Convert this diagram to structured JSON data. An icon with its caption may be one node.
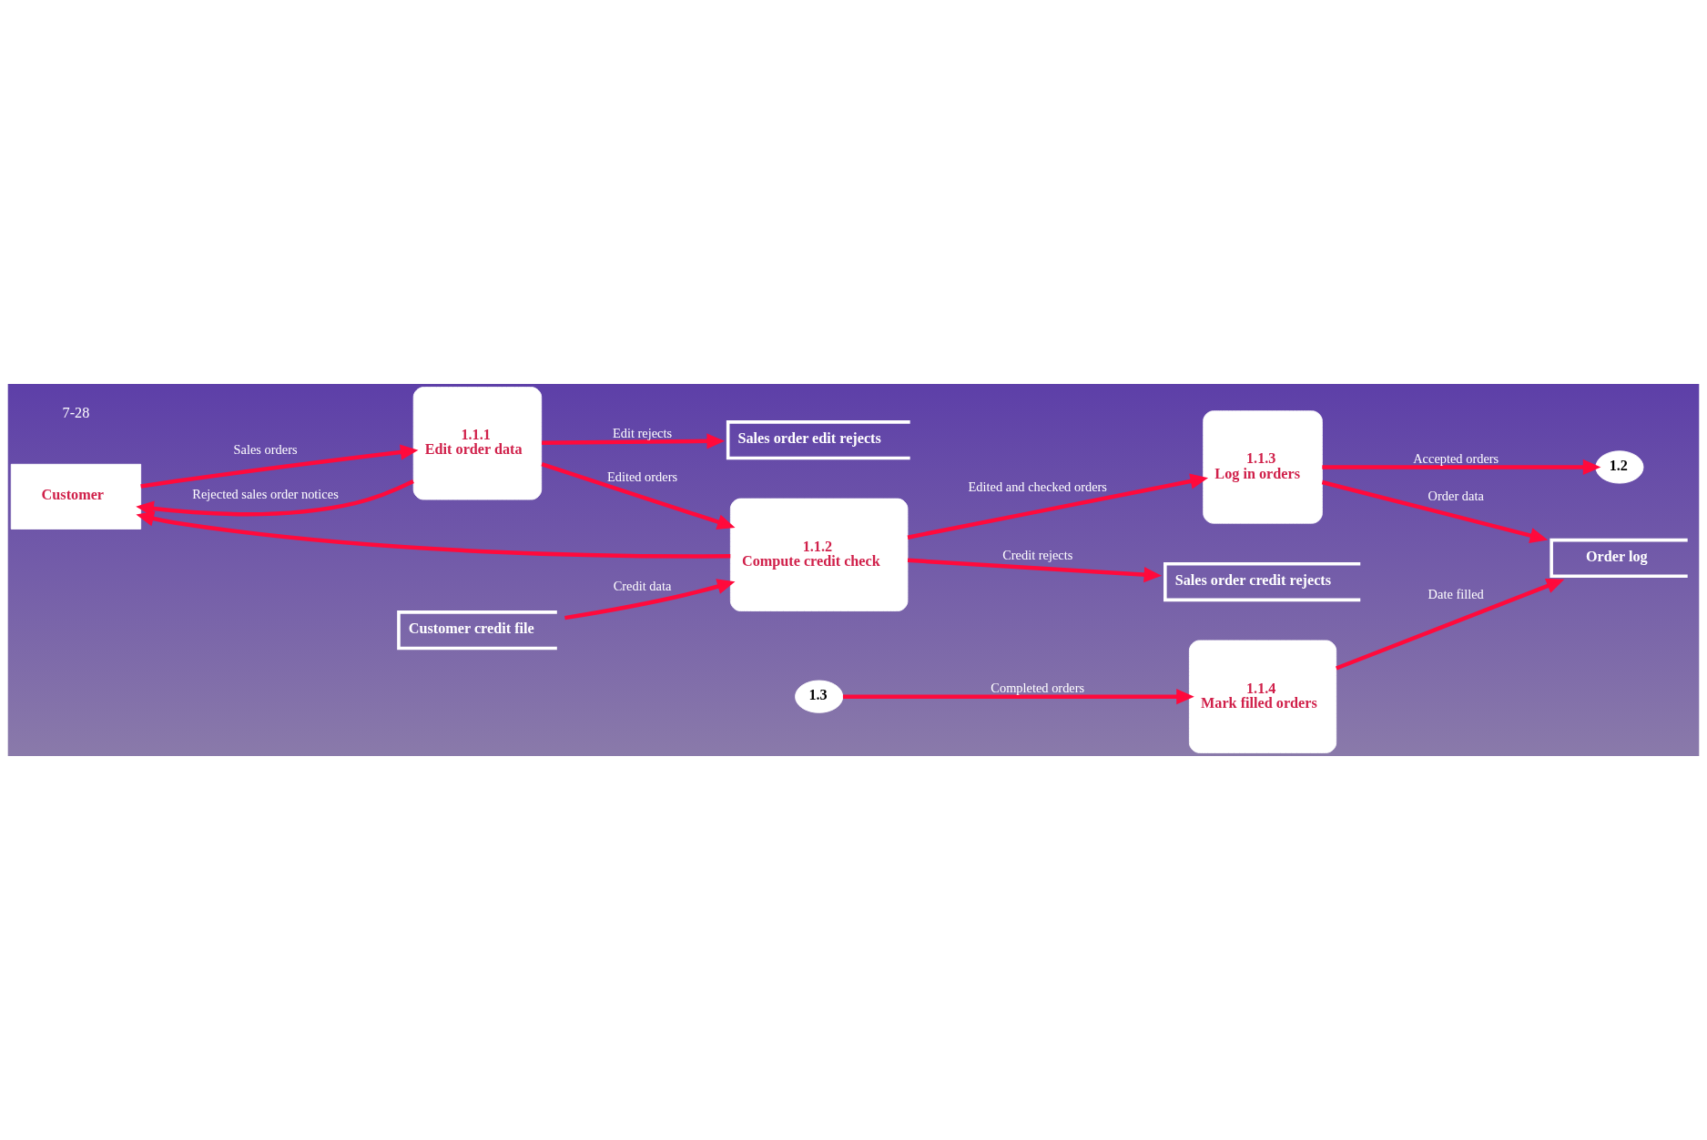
{
  "diagram": {
    "nodes": [
      {
        "text": [
          "Customer"
        ]
      },
      {
        "text": [
          "1.1.1",
          "Edit order data"
        ]
      },
      {
        "text": [
          "Sales order edit rejects"
        ]
      },
      {
        "text": [
          "1.1.2",
          "Compute credit check"
        ]
      },
      {
        "text": [
          "Customer credit file"
        ]
      },
      {
        "text": [
          "1.1.3",
          "Log in orders"
        ]
      },
      {
        "text": [
          "1.2"
        ]
      },
      {
        "text": [
          "Sales order credit rejects"
        ]
      },
      {
        "text": [
          "1.1.4",
          "Mark filled orders"
        ]
      },
      {
        "text": [
          "1.3"
        ]
      },
      {
        "text": [
          "Order log"
        ]
      }
    ],
    "edges": [
      {
        "from": 0,
        "to": 1,
        "arrow": "to",
        "label": "Sales orders"
      },
      {
        "from": 1,
        "to": 2,
        "arrow": "to",
        "label": "Edit rejects"
      },
      {
        "from": 1,
        "to": 0,
        "arrow": "to",
        "label": "Rejected sales order notices"
      },
      {
        "from": 3,
        "to": 0,
        "arrow": "to"
      },
      {
        "from": 1,
        "to": 3,
        "arrow": "to",
        "label": "Edited orders"
      },
      {
        "from": 4,
        "to": 3,
        "arrow": "to",
        "label": "Credit data"
      },
      {
        "from": 3,
        "to": 5,
        "arrow": "to",
        "label": "Edited and checked orders"
      },
      {
        "from": 3,
        "to": 7,
        "arrow": "to",
        "label": "Credit rejects"
      },
      {
        "from": 5,
        "to": 6,
        "arrow": "to",
        "label": "Accepted orders"
      },
      {
        "from": 5,
        "to": 10,
        "arrow": "to",
        "label": "Order data"
      },
      {
        "from": 9,
        "to": 8,
        "arrow": "to",
        "label": "Completed orders"
      },
      {
        "from": 8,
        "to": 10,
        "arrow": "to",
        "label": "Date filled"
      }
    ],
    "labels": [
      "7-28"
    ]
  }
}
